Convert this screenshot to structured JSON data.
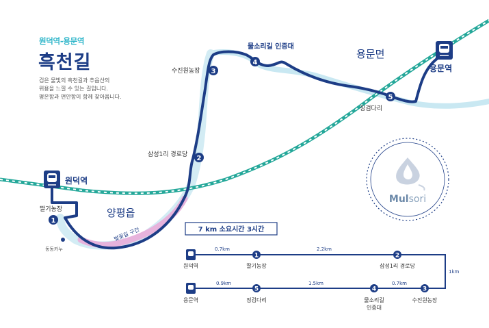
{
  "header": {
    "subtitle": "원덕역-용문역",
    "title": "흑천길",
    "description": [
      "검은 물빛의 흑천길과 추읍산의",
      "위용을 느낄 수 있는 길입니다.",
      "평온함과 편안함이 함께 찾아옵니다."
    ]
  },
  "regions": {
    "yangpyeong": "양평읍",
    "yongmun": "용문면"
  },
  "stations": {
    "start": "원덕역",
    "end": "용문역"
  },
  "waypoints": [
    {
      "num": "1",
      "label": "딸기농장"
    },
    {
      "num": "2",
      "label": "삼성1리 경로당"
    },
    {
      "num": "3",
      "label": "수진원농장"
    },
    {
      "num": "4",
      "label": "물소리길 인증대"
    },
    {
      "num": "5",
      "label": "징검다리"
    }
  ],
  "map_labels": {
    "extra_place": "동동카누",
    "cherry_section": "벚꽃길 구간"
  },
  "logo_text": {
    "mul": "Mul",
    "sori": "sori"
  },
  "summary": {
    "title": "7 km  소요시간 3시간",
    "top_row": {
      "labels": [
        "원덕역",
        "딸기농장",
        "삼성1리 경로당"
      ],
      "distances": [
        "0.7km",
        "2.2km"
      ]
    },
    "side_distance": "1km",
    "bottom_row": {
      "labels": [
        "용문역",
        "징검다리",
        "물소리길",
        "인증대",
        "수진원농장"
      ],
      "distances": [
        "0.9km",
        "1.5km",
        "0.7km"
      ]
    }
  },
  "colors": {
    "route": "#1d3d86",
    "rail": "#25a89a",
    "river": "#c6e6f0",
    "cherry": "#e7b3dc",
    "accent": "#2db5c9"
  }
}
